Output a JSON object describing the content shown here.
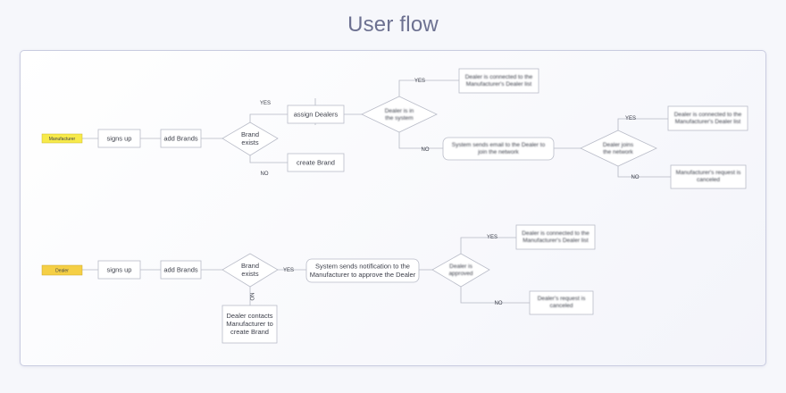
{
  "title": "User flow",
  "manufacturer_flow": {
    "role_label": "Manufacturer",
    "signs_up": "signs up",
    "add_brands": "add Brands",
    "brand_exists": [
      "Brand",
      "exists"
    ],
    "assign_dealers": "assign Dealers",
    "create_brand": "create Brand",
    "dealer_in_system": [
      "Dealer is in",
      "the system"
    ],
    "dealer_connected": [
      "Dealer is connected to the",
      "Manufacturer's Dealer list"
    ],
    "system_sends_email": [
      "System sends email to the Dealer to",
      "join the network"
    ],
    "dealer_joins": [
      "Dealer joins",
      "the network"
    ],
    "dealer_connected_2": [
      "Dealer is connected to the",
      "Manufacturer's Dealer list"
    ],
    "request_canceled": [
      "Manufacturer's request is",
      "canceled"
    ],
    "labels": {
      "yes_1": "YES",
      "no_1": "NO",
      "yes_2": "YES",
      "no_2": "NO",
      "yes_3": "YES",
      "no_3": "NO"
    }
  },
  "dealer_flow": {
    "role_label": "Dealer",
    "signs_up": "signs up",
    "add_brands": "add Brands",
    "brand_exists": [
      "Brand",
      "exists"
    ],
    "system_notification": [
      "System sends notification to the",
      "Manufacturer to approve the Dealer"
    ],
    "dealer_contacts": [
      "Dealer contacts",
      "Manufacturer to",
      "create Brand"
    ],
    "dealer_approved": [
      "Dealer is",
      "approved"
    ],
    "dealer_connected": [
      "Dealer is connected to the",
      "Manufacturer's Dealer list"
    ],
    "request_canceled": [
      "Dealer's request is",
      "canceled"
    ],
    "labels": {
      "yes_1": "YES",
      "no_1": "NO",
      "yes_2": "YES",
      "no_2": "NO"
    }
  },
  "colors": {
    "manufacturer_tag": "#f7ea4a",
    "dealer_tag": "#f5cf45",
    "title": "#6d7191",
    "panel_border": "#c9cce0"
  }
}
